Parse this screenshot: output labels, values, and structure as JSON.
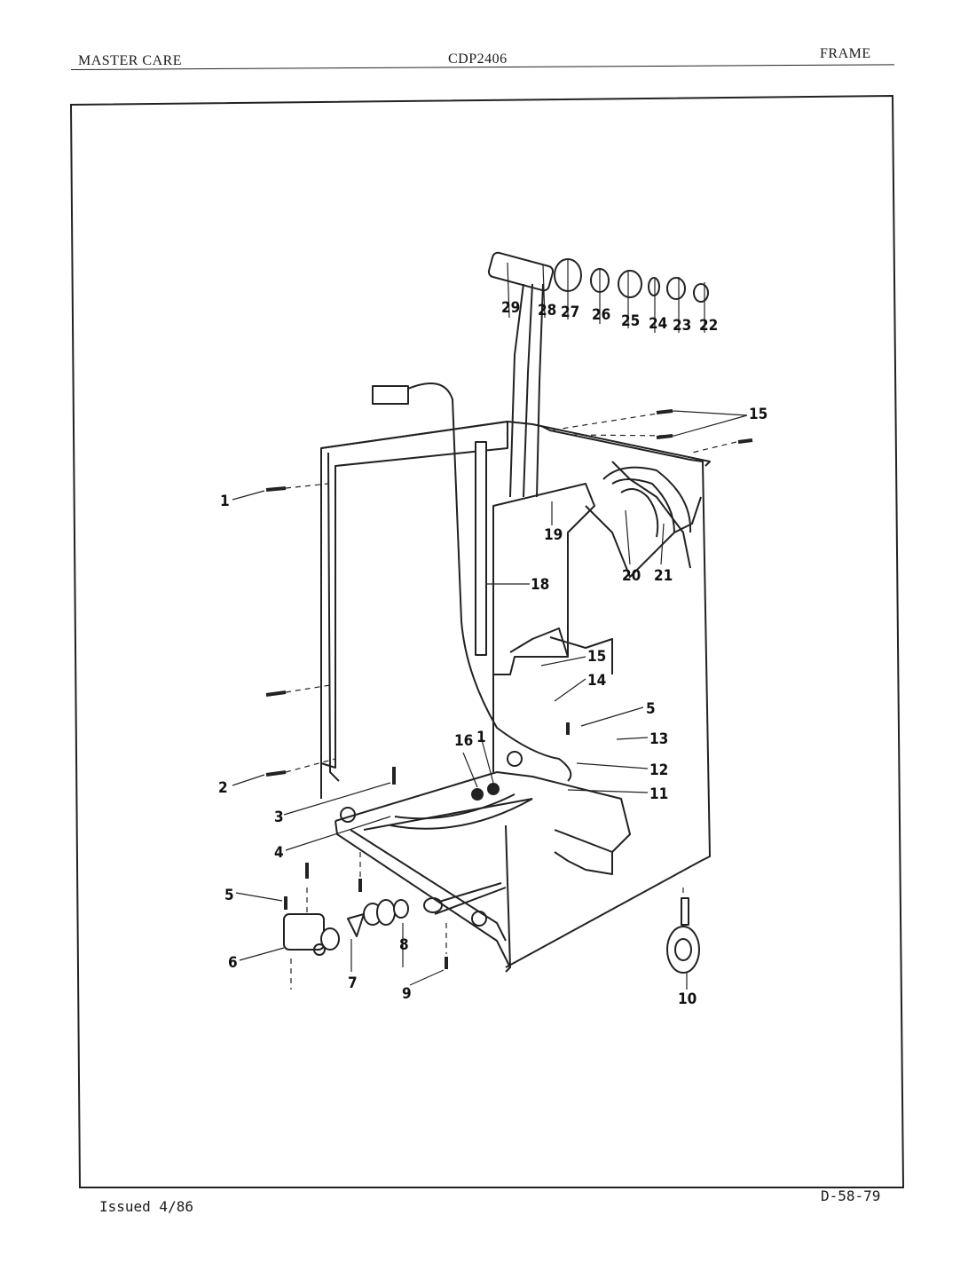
{
  "header": {
    "left": "MASTER CARE",
    "center": "CDP2406",
    "right": "FRAME"
  },
  "footer": {
    "left": "Issued 4/86",
    "right": "D-58-79"
  },
  "diagram": {
    "callouts": [
      "1",
      "2",
      "3",
      "4",
      "5",
      "6",
      "7",
      "8",
      "9",
      "10",
      "11",
      "12",
      "13",
      "14",
      "15",
      "16",
      "18",
      "19",
      "20",
      "21",
      "22",
      "23",
      "24",
      "25",
      "26",
      "27",
      "28",
      "29"
    ],
    "callout_labels": {
      "c1a": "1",
      "c1b": "1",
      "c2": "2",
      "c3": "3",
      "c4": "4",
      "c5a": "5",
      "c5b": "5",
      "c6": "6",
      "c7": "7",
      "c8": "8",
      "c9": "9",
      "c10": "10",
      "c11": "11",
      "c12": "12",
      "c13": "13",
      "c14": "14",
      "c15a": "15",
      "c15b": "15",
      "c16": "16",
      "c18": "18",
      "c19": "19",
      "c20": "20",
      "c21": "21",
      "c22": "22",
      "c23": "23",
      "c24": "24",
      "c25": "25",
      "c26": "26",
      "c27": "27",
      "c28": "28",
      "c29": "29"
    }
  }
}
